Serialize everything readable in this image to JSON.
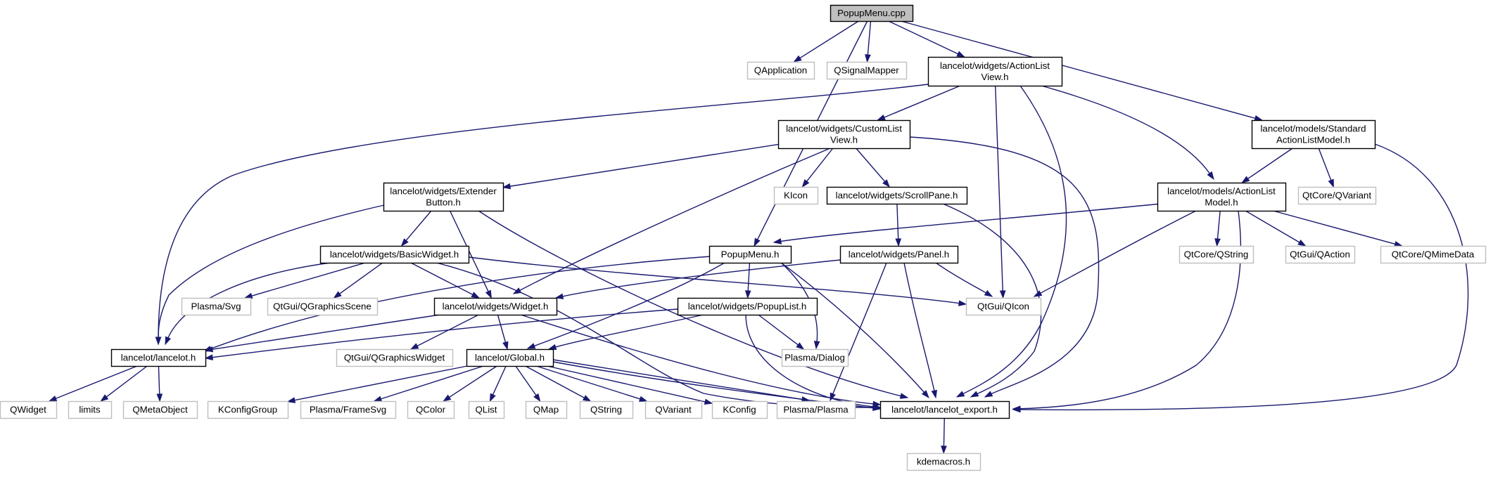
{
  "graph": {
    "title": "",
    "colors": {
      "edge": "#191970",
      "root_fill": "#bfbfbf",
      "node_border": "#000000",
      "external_border": "#bfbfbf"
    },
    "nodes": [
      {
        "id": "popupmenu_cpp",
        "kind": "root",
        "lines": [
          "PopupMenu.cpp"
        ]
      },
      {
        "id": "qapplication",
        "kind": "external",
        "lines": [
          "QApplication"
        ]
      },
      {
        "id": "qsignalmapper",
        "kind": "external",
        "lines": [
          "QSignalMapper"
        ]
      },
      {
        "id": "actionlistview",
        "kind": "internal",
        "lines": [
          "lancelot/widgets/ActionList",
          "View.h"
        ]
      },
      {
        "id": "standardactionlistmodel",
        "kind": "internal",
        "lines": [
          "lancelot/models/Standard",
          "ActionListModel.h"
        ]
      },
      {
        "id": "customlistview",
        "kind": "internal",
        "lines": [
          "lancelot/widgets/CustomList",
          "View.h"
        ]
      },
      {
        "id": "extenderbutton",
        "kind": "internal",
        "lines": [
          "lancelot/widgets/Extender",
          "Button.h"
        ]
      },
      {
        "id": "kicon",
        "kind": "external",
        "lines": [
          "KIcon"
        ]
      },
      {
        "id": "scrollpane",
        "kind": "internal",
        "lines": [
          "lancelot/widgets/ScrollPane.h"
        ]
      },
      {
        "id": "actionlistmodel",
        "kind": "internal",
        "lines": [
          "lancelot/models/ActionList",
          "Model.h"
        ]
      },
      {
        "id": "qtcore_qvariant",
        "kind": "external",
        "lines": [
          "QtCore/QVariant"
        ]
      },
      {
        "id": "basicwidget",
        "kind": "internal",
        "lines": [
          "lancelot/widgets/BasicWidget.h"
        ]
      },
      {
        "id": "popupmenu_h",
        "kind": "internal",
        "lines": [
          "PopupMenu.h"
        ]
      },
      {
        "id": "panel",
        "kind": "internal",
        "lines": [
          "lancelot/widgets/Panel.h"
        ]
      },
      {
        "id": "qtcore_qstring",
        "kind": "external",
        "lines": [
          "QtCore/QString"
        ]
      },
      {
        "id": "qtgui_qaction",
        "kind": "external",
        "lines": [
          "QtGui/QAction"
        ]
      },
      {
        "id": "qtcore_qmimedata",
        "kind": "external",
        "lines": [
          "QtCore/QMimeData"
        ]
      },
      {
        "id": "plasma_svg",
        "kind": "external",
        "lines": [
          "Plasma/Svg"
        ]
      },
      {
        "id": "qtgui_qgraphicsscene",
        "kind": "external",
        "lines": [
          "QtGui/QGraphicsScene"
        ]
      },
      {
        "id": "widget",
        "kind": "internal",
        "lines": [
          "lancelot/widgets/Widget.h"
        ]
      },
      {
        "id": "popuplist",
        "kind": "internal",
        "lines": [
          "lancelot/widgets/PopupList.h"
        ]
      },
      {
        "id": "qtgui_qicon",
        "kind": "external",
        "lines": [
          "QtGui/QIcon"
        ]
      },
      {
        "id": "lancelot_h",
        "kind": "internal",
        "lines": [
          "lancelot/lancelot.h"
        ]
      },
      {
        "id": "qtgui_qgraphicswidget",
        "kind": "external",
        "lines": [
          "QtGui/QGraphicsWidget"
        ]
      },
      {
        "id": "global",
        "kind": "internal",
        "lines": [
          "lancelot/Global.h"
        ]
      },
      {
        "id": "plasma_dialog",
        "kind": "external",
        "lines": [
          "Plasma/Dialog"
        ]
      },
      {
        "id": "qwidget",
        "kind": "external",
        "lines": [
          "QWidget"
        ]
      },
      {
        "id": "limits",
        "kind": "external",
        "lines": [
          "limits"
        ]
      },
      {
        "id": "qmetaobject",
        "kind": "external",
        "lines": [
          "QMetaObject"
        ]
      },
      {
        "id": "kconfiggroup",
        "kind": "external",
        "lines": [
          "KConfigGroup"
        ]
      },
      {
        "id": "plasma_framesvg",
        "kind": "external",
        "lines": [
          "Plasma/FrameSvg"
        ]
      },
      {
        "id": "qcolor",
        "kind": "external",
        "lines": [
          "QColor"
        ]
      },
      {
        "id": "qlist",
        "kind": "external",
        "lines": [
          "QList"
        ]
      },
      {
        "id": "qmap",
        "kind": "external",
        "lines": [
          "QMap"
        ]
      },
      {
        "id": "qstring",
        "kind": "external",
        "lines": [
          "QString"
        ]
      },
      {
        "id": "qvariant",
        "kind": "external",
        "lines": [
          "QVariant"
        ]
      },
      {
        "id": "kconfig",
        "kind": "external",
        "lines": [
          "KConfig"
        ]
      },
      {
        "id": "plasma_plasma",
        "kind": "external",
        "lines": [
          "Plasma/Plasma"
        ]
      },
      {
        "id": "lancelot_export",
        "kind": "internal",
        "lines": [
          "lancelot/lancelot_export.h"
        ]
      },
      {
        "id": "kdemacros",
        "kind": "external",
        "lines": [
          "kdemacros.h"
        ]
      }
    ],
    "edges": [
      {
        "from": "popupmenu_cpp",
        "to": "qapplication"
      },
      {
        "from": "popupmenu_cpp",
        "to": "qsignalmapper"
      },
      {
        "from": "popupmenu_cpp",
        "to": "actionlistview"
      },
      {
        "from": "popupmenu_cpp",
        "to": "standardactionlistmodel"
      },
      {
        "from": "popupmenu_cpp",
        "to": "popupmenu_h"
      },
      {
        "from": "actionlistview",
        "to": "customlistview"
      },
      {
        "from": "actionlistview",
        "to": "actionlistmodel"
      },
      {
        "from": "actionlistview",
        "to": "lancelot_h"
      },
      {
        "from": "actionlistview",
        "to": "qtgui_qicon"
      },
      {
        "from": "actionlistview",
        "to": "lancelot_export"
      },
      {
        "from": "standardactionlistmodel",
        "to": "actionlistmodel"
      },
      {
        "from": "standardactionlistmodel",
        "to": "qtcore_qvariant"
      },
      {
        "from": "standardactionlistmodel",
        "to": "lancelot_export"
      },
      {
        "from": "customlistview",
        "to": "extenderbutton"
      },
      {
        "from": "customlistview",
        "to": "kicon"
      },
      {
        "from": "customlistview",
        "to": "scrollpane"
      },
      {
        "from": "customlistview",
        "to": "widget"
      },
      {
        "from": "customlistview",
        "to": "lancelot_export"
      },
      {
        "from": "extenderbutton",
        "to": "basicwidget"
      },
      {
        "from": "extenderbutton",
        "to": "widget"
      },
      {
        "from": "extenderbutton",
        "to": "lancelot_h"
      },
      {
        "from": "extenderbutton",
        "to": "lancelot_export"
      },
      {
        "from": "scrollpane",
        "to": "panel"
      },
      {
        "from": "scrollpane",
        "to": "lancelot_export"
      },
      {
        "from": "actionlistmodel",
        "to": "popupmenu_h"
      },
      {
        "from": "actionlistmodel",
        "to": "qtcore_qstring"
      },
      {
        "from": "actionlistmodel",
        "to": "qtgui_qaction"
      },
      {
        "from": "actionlistmodel",
        "to": "qtcore_qmimedata"
      },
      {
        "from": "actionlistmodel",
        "to": "qtgui_qicon"
      },
      {
        "from": "actionlistmodel",
        "to": "lancelot_export"
      },
      {
        "from": "basicwidget",
        "to": "plasma_svg"
      },
      {
        "from": "basicwidget",
        "to": "qtgui_qgraphicsscene"
      },
      {
        "from": "basicwidget",
        "to": "widget"
      },
      {
        "from": "basicwidget",
        "to": "qtgui_qicon"
      },
      {
        "from": "basicwidget",
        "to": "lancelot_h"
      },
      {
        "from": "basicwidget",
        "to": "lancelot_export"
      },
      {
        "from": "popupmenu_h",
        "to": "popuplist"
      },
      {
        "from": "popupmenu_h",
        "to": "global"
      },
      {
        "from": "popupmenu_h",
        "to": "lancelot_h"
      },
      {
        "from": "popupmenu_h",
        "to": "plasma_dialog"
      },
      {
        "from": "popupmenu_h",
        "to": "lancelot_export"
      },
      {
        "from": "panel",
        "to": "widget"
      },
      {
        "from": "panel",
        "to": "qtgui_qicon"
      },
      {
        "from": "panel",
        "to": "plasma_plasma"
      },
      {
        "from": "panel",
        "to": "lancelot_export"
      },
      {
        "from": "widget",
        "to": "lancelot_h"
      },
      {
        "from": "widget",
        "to": "qtgui_qgraphicswidget"
      },
      {
        "from": "widget",
        "to": "global"
      },
      {
        "from": "widget",
        "to": "lancelot_export"
      },
      {
        "from": "popuplist",
        "to": "lancelot_h"
      },
      {
        "from": "popuplist",
        "to": "global"
      },
      {
        "from": "popuplist",
        "to": "plasma_dialog"
      },
      {
        "from": "popuplist",
        "to": "lancelot_export"
      },
      {
        "from": "lancelot_h",
        "to": "qwidget"
      },
      {
        "from": "lancelot_h",
        "to": "limits"
      },
      {
        "from": "lancelot_h",
        "to": "qmetaobject"
      },
      {
        "from": "global",
        "to": "kconfiggroup"
      },
      {
        "from": "global",
        "to": "plasma_framesvg"
      },
      {
        "from": "global",
        "to": "qcolor"
      },
      {
        "from": "global",
        "to": "qlist"
      },
      {
        "from": "global",
        "to": "qmap"
      },
      {
        "from": "global",
        "to": "qstring"
      },
      {
        "from": "global",
        "to": "qvariant"
      },
      {
        "from": "global",
        "to": "kconfig"
      },
      {
        "from": "global",
        "to": "plasma_plasma"
      },
      {
        "from": "global",
        "to": "lancelot_export"
      },
      {
        "from": "lancelot_export",
        "to": "kdemacros"
      }
    ]
  }
}
